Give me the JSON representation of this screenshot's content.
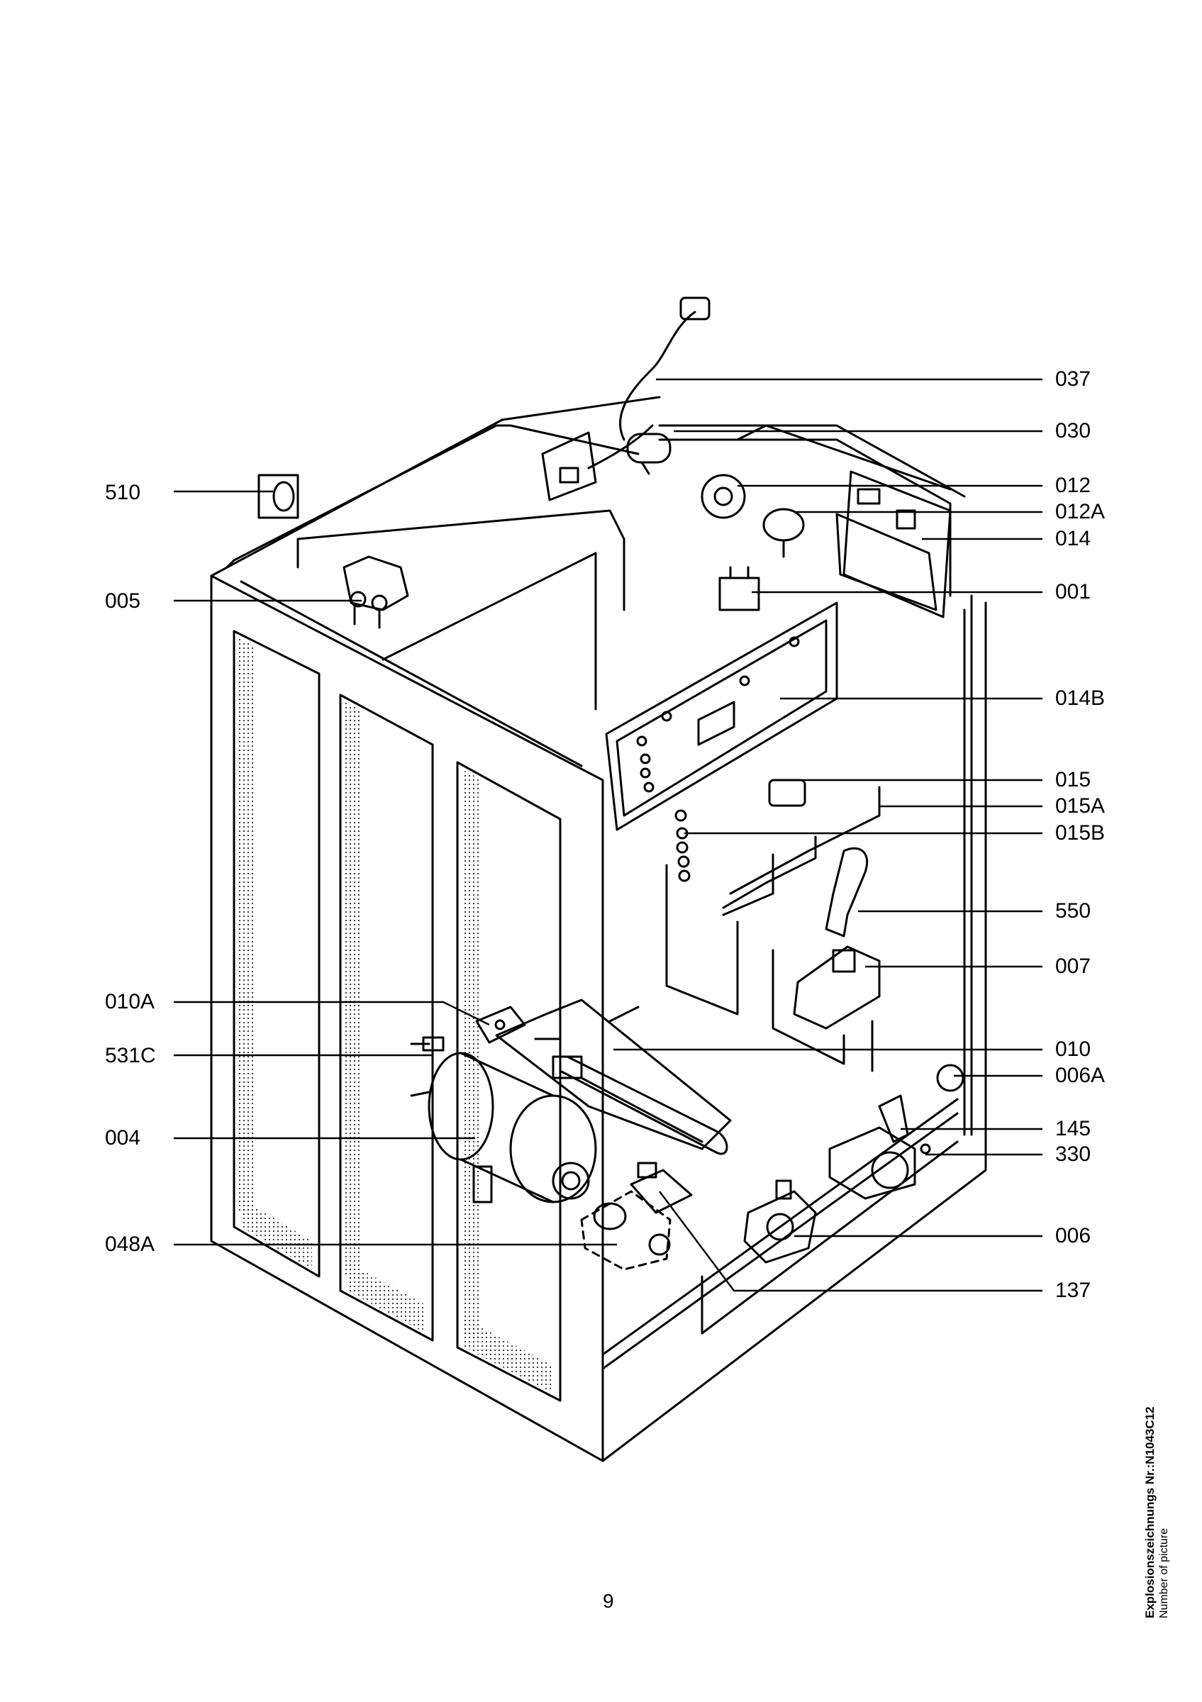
{
  "callouts_left": [
    {
      "id": "510",
      "label": "510"
    },
    {
      "id": "005",
      "label": "005"
    },
    {
      "id": "010A",
      "label": "010A"
    },
    {
      "id": "531C",
      "label": "531C"
    },
    {
      "id": "004",
      "label": "004"
    },
    {
      "id": "048A",
      "label": "048A"
    }
  ],
  "callouts_right": [
    {
      "id": "037",
      "label": "037"
    },
    {
      "id": "030",
      "label": "030"
    },
    {
      "id": "012",
      "label": "012"
    },
    {
      "id": "012A",
      "label": "012A"
    },
    {
      "id": "014",
      "label": "014"
    },
    {
      "id": "001",
      "label": "001"
    },
    {
      "id": "014B",
      "label": "014B"
    },
    {
      "id": "015",
      "label": "015"
    },
    {
      "id": "015A",
      "label": "015A"
    },
    {
      "id": "015B",
      "label": "015B"
    },
    {
      "id": "550",
      "label": "550"
    },
    {
      "id": "007",
      "label": "007"
    },
    {
      "id": "010",
      "label": "010"
    },
    {
      "id": "006A",
      "label": "006A"
    },
    {
      "id": "145",
      "label": "145"
    },
    {
      "id": "330",
      "label": "330"
    },
    {
      "id": "006",
      "label": "006"
    },
    {
      "id": "137",
      "label": "137"
    }
  ],
  "page_number": "9",
  "side_caption": {
    "main": "Explosionszeichnungs  Nr.:N1043C12",
    "sub": "Number of picture"
  }
}
